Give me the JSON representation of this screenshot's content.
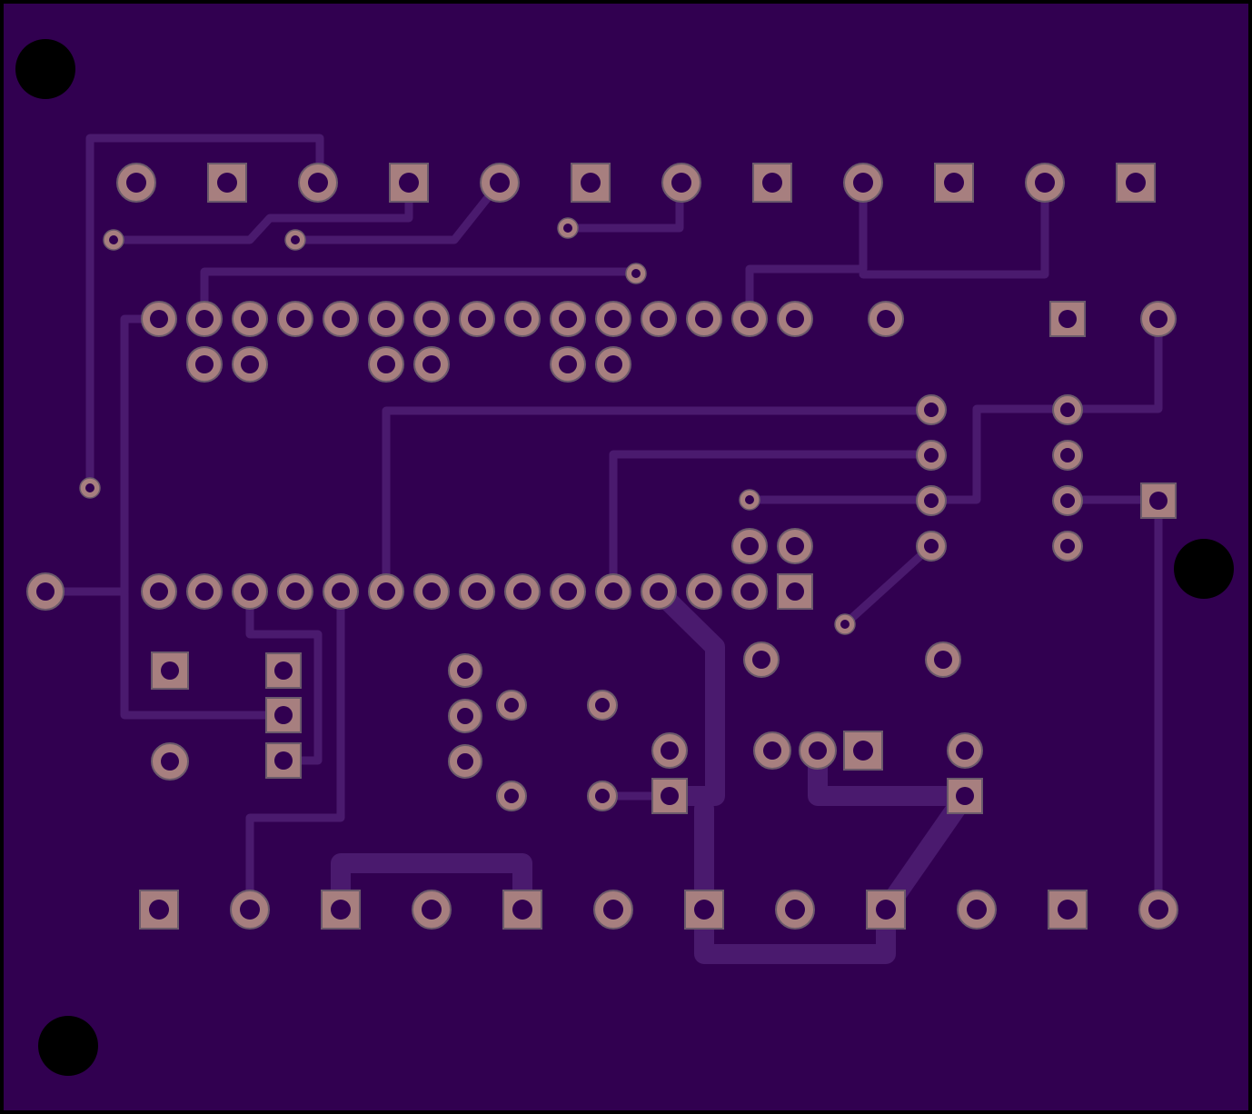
{
  "board": {
    "colors": {
      "outline": "#000000",
      "substrate": "#310050",
      "trace": "#4a1a6e",
      "copper": "#a77f7f",
      "copper_edge": "#6b5a6b",
      "drill": "#310050",
      "mount_hole": "#000000"
    },
    "mount_holes": [
      {
        "name": "mount-hole-top-left"
      },
      {
        "name": "mount-hole-right"
      },
      {
        "name": "mount-hole-bottom-left"
      }
    ]
  }
}
